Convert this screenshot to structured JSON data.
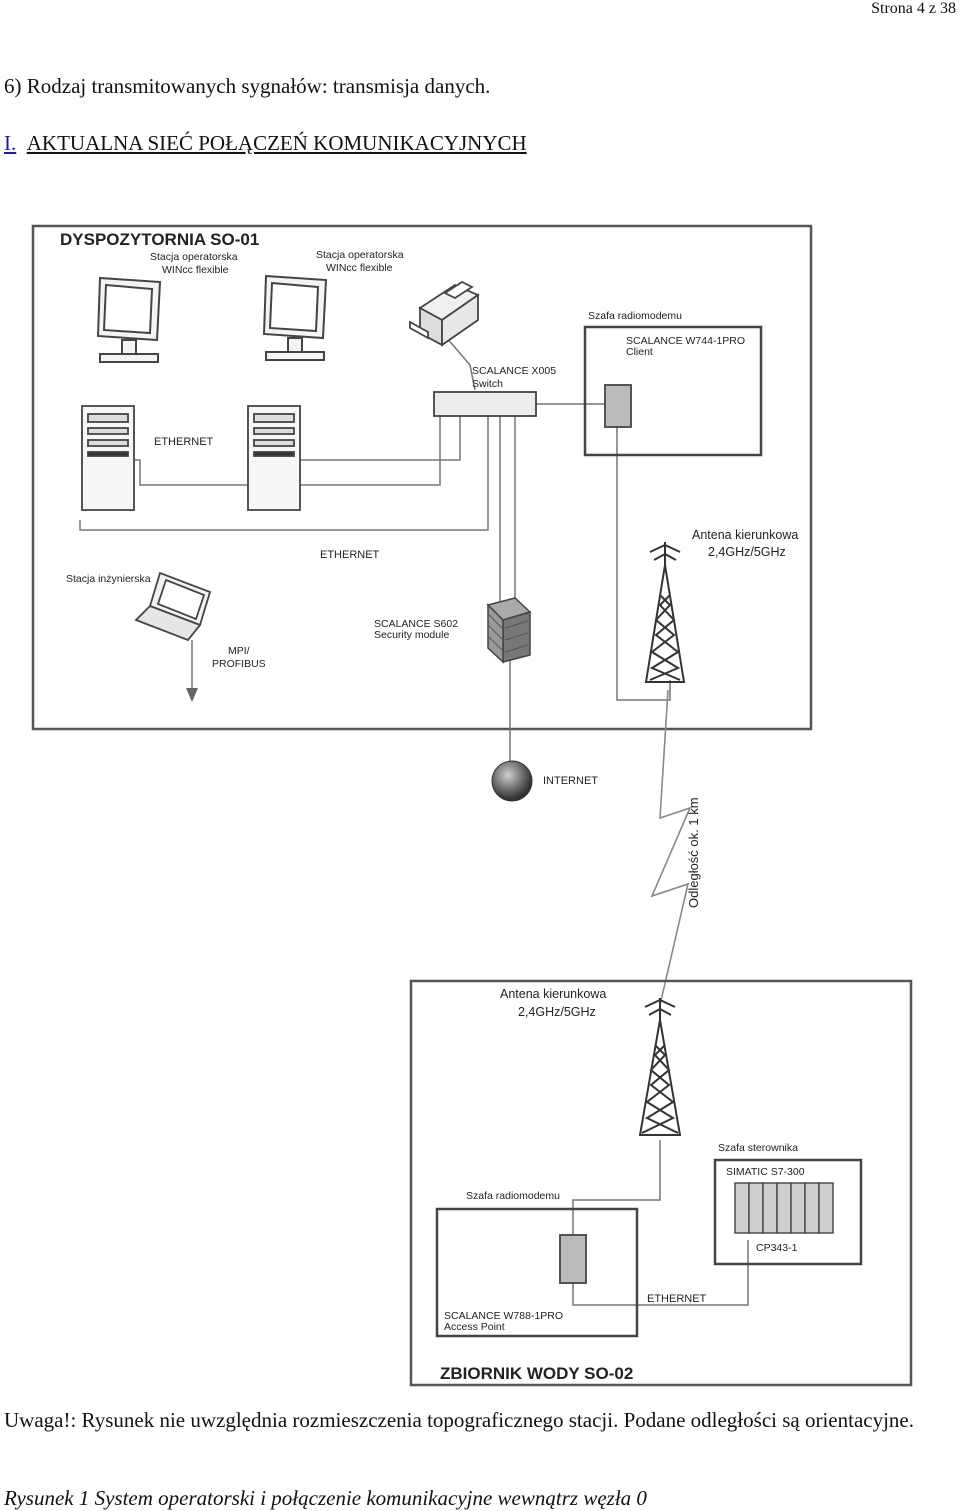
{
  "page": {
    "number": "Strona 4 z 38"
  },
  "section_6": "6) Rodzaj transmitowanych sygnałów: transmisja danych.",
  "heading": {
    "number": "I.",
    "title": "AKTUALNA SIEĆ POŁĄCZEŃ KOMUNIKACYJNYCH"
  },
  "diagram": {
    "top_zone": {
      "title": "DYSPOZYTORNIA SO-01",
      "station1": {
        "line1": "Stacja operatorska",
        "line2": "WINcc flexible"
      },
      "station2": {
        "line1": "Stacja operatorska",
        "line2": "WINcc flexible"
      },
      "ethernet1": "ETHERNET",
      "ethernet2": "ETHERNET",
      "switch": {
        "line1": "SCALANCE X005",
        "line2": "Switch"
      },
      "radio_cabinet": {
        "title": "Szafa radiomodemu",
        "line1": "SCALANCE W744-1PRO",
        "line2": "Client"
      },
      "antenna": {
        "line1": "Antena kierunkowa",
        "line2": "2,4GHz/5GHz"
      },
      "engineering": "Stacja inżynierska",
      "mpi": {
        "line1": "MPI/",
        "line2": "PROFIBUS"
      },
      "security": {
        "line1": "SCALANCE S602",
        "line2": "Security module"
      }
    },
    "internet": "INTERNET",
    "distance": "Odległość ok. 1 km",
    "bottom_zone": {
      "title": "ZBIORNIK WODY SO-02",
      "antenna": {
        "line1": "Antena kierunkowa",
        "line2": "2,4GHz/5GHz"
      },
      "controller_cabinet": "Szafa sterownika",
      "plc": "SIMATIC S7-300",
      "cp": "CP343-1",
      "radio_cabinet": "Szafa radiomodemu",
      "ethernet": "ETHERNET",
      "access_point": {
        "line1": "SCALANCE W788-1PRO",
        "line2": "Access Point"
      }
    }
  },
  "note": "Uwaga!: Rysunek nie uwzględnia rozmieszczenia topograficznego stacji. Podane odległości są orientacyjne.",
  "caption": "Rysunek 1  System operatorski i połączenie komunikacyjne wewnątrz węzła 0"
}
